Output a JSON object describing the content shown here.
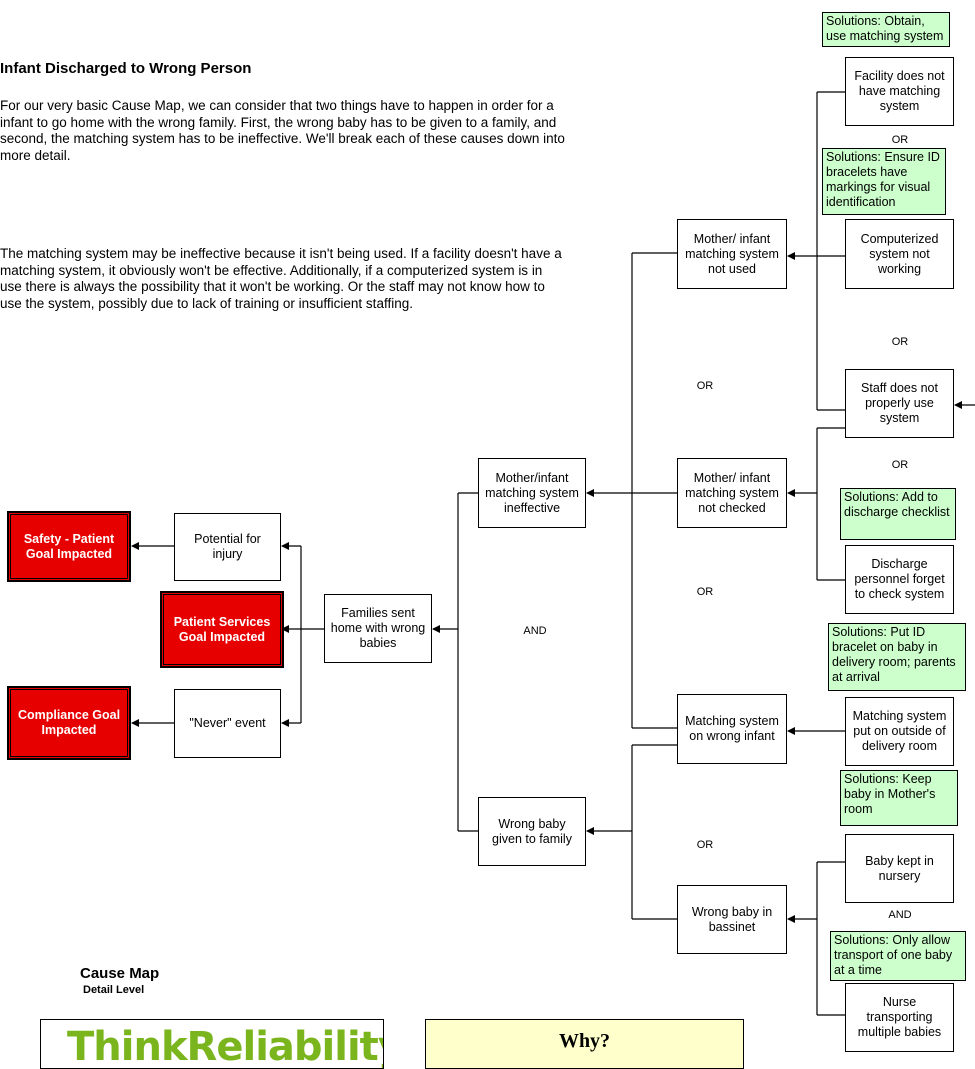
{
  "header": {
    "title": "Infant Discharged to Wrong Person",
    "paragraph1": "For our very basic Cause Map, we can consider that two things have to happen in order for a infant to go home with the wrong family.  First, the wrong baby has to be given to a family, and second, the matching system has to be ineffective.  We'll break each of these causes down into more detail.",
    "paragraph2": "The matching system may be ineffective because it isn't being used.  If a facility doesn't have a matching system, it obviously won't be effective.  Additionally, if a computerized system is in use there is always the possibility that it won't be working.  Or the staff may not know how to use the system, possibly due to lack of training or insufficient staffing."
  },
  "goals": {
    "safety": "Safety - Patient Goal Impacted",
    "patient_services": "Patient Services Goal Impacted",
    "compliance": "Compliance Goal Impacted"
  },
  "impacts": {
    "injury": "Potential for injury",
    "never": "\"Never\" event"
  },
  "nodes": {
    "families": "Families sent home with wrong babies",
    "ineffective": "Mother/infant matching system ineffective",
    "wrong_baby_given": "Wrong baby given to family",
    "not_used": "Mother/ infant matching system not used",
    "not_checked": "Mother/ infant matching system not checked",
    "wrong_infant": "Matching system on wrong infant",
    "wrong_bassinet": "Wrong baby in bassinet",
    "no_system": "Facility does not have matching system",
    "computer_fail": "Computerized system not working",
    "staff_misuse": "Staff does not properly use system",
    "discharge_forget": "Discharge personnel forget to check system",
    "outside_delivery": "Matching system put on outside of delivery room",
    "nursery": "Baby kept in nursery",
    "nurse_multiple": "Nurse transporting multiple babies"
  },
  "solutions": {
    "obtain": "Solutions: Obtain, use matching system",
    "bracelets": "Solutions: Ensure ID bracelets have markings for visual identification",
    "checklist": "Solutions: Add to discharge checklist",
    "delivery": "Solutions: Put ID bracelet on baby in delivery room; parents at arrival",
    "mothers_room": "Solutions: Keep baby in Mother's room",
    "one_baby": "Solutions: Only allow transport of one baby at a time"
  },
  "connectors": {
    "and": "AND",
    "or": "OR"
  },
  "legend": {
    "title": "Cause Map",
    "subtitle": "Detail Level",
    "logo": "ThinkReliability",
    "why": "Why?"
  }
}
